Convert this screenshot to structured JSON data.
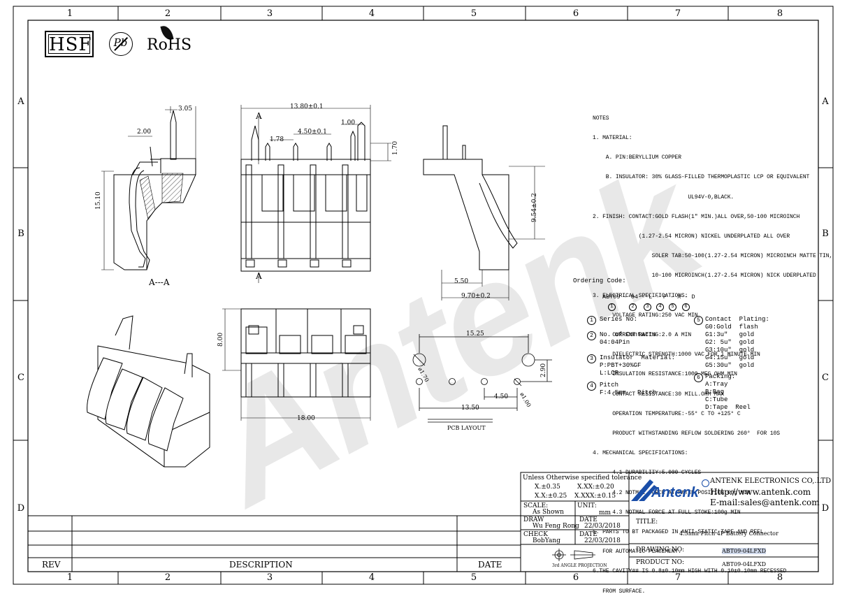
{
  "frame": {
    "columns": [
      "1",
      "2",
      "3",
      "4",
      "5",
      "6",
      "7",
      "8"
    ],
    "rows": [
      "A",
      "B",
      "C",
      "D"
    ]
  },
  "logos": {
    "hsf": "HSF",
    "pb": "Pb",
    "rohs": "RoHS"
  },
  "watermark": "Antenk",
  "views": {
    "section_label_top": "A",
    "section_label_bottom": "A",
    "section_caption": "A---A",
    "pcb_caption": "PCB LAYOUT"
  },
  "dimensions": {
    "d_3_05": "3.05",
    "d_2_00": "2.00",
    "d_15_10": "15.10",
    "d_13_80": "13.80±0.1",
    "d_1_78": "1.78",
    "d_4_50_tol": "4.50±0.1",
    "d_1_00": "1.00",
    "d_1_70": "1.70",
    "d_9_54": "9.54±0.2",
    "d_5_50": "5.50",
    "d_9_70": "9.70±0.2",
    "d_8_00": "8.00",
    "d_18_00": "18.00",
    "d_15_25": "15.25",
    "d_phi_1_70": "ø1.70",
    "d_2_90": "2.90",
    "d_4_50": "4.50",
    "d_phi_1_00": "ø1.00",
    "d_13_50": "13.50"
  },
  "notes": [
    "NOTES",
    "1. MATERIAL:",
    "    A. PIN:BERYLLIUM COPPER",
    "    B. INSULATOR: 30% GLASS-FILLED THERMOPLASTIC LCP OR EQUIVALENT",
    "                             UL94V-0,BLACK.",
    "2. FINISH: CONTACT:GOLD FLASH(1\" MIN.)ALL OVER,50-100 MICROINCH",
    "              (1.27-2.54 MICRON) NICKEL UNDERPLATED ALL OVER",
    "                  SOLER TAB:50-100(1.27-2.54 MICRON) MICROINCH MATTE TIN,",
    "                  10-100 MICROINCH(1.27-2.54 MICRON) NICK UDERPLATED",
    "3. ELECTRICAL SPECIFICATIONS:",
    "      VOLTAGE RATING:250 VAC MIN",
    "      CURRENT RATING:2.0 A MIN",
    "      DIELECTRIC STRENGTH:1000 VAC FOR 1 MINUTE MIN",
    "      INSULATION RESISTANCE:1000 MEG OHM MIN",
    "      CONTACT RESISTANCE:30 MILL.OHM MAX",
    "      OPERATION TEMPERATURE:-55° C TO +125° C",
    "      PRODUCT WITHSTANDING REFLOW SOLDERING 260°  FOR 10S",
    "4. MECHANICAL SPECIFICATIONS:",
    "      4.1 DURABILIIY:5.000 CYCLES",
    "      4.2 NOTMAL FORCE AT MATED POSITION:60g MIN",
    "      4.3 NOTMAL FORCE AT FULL STOKE:100g MIN",
    "5. PARTS TO BT PACKAGED IN ANTI-STATIC TAPE AND REEL",
    "   FOR AUTOMATIC PLACEMENT.",
    "6.THE CAVITY## IS 0.8±0.10mm HIGH WITH 0.10±0.10mm RECESSED",
    "   FROM SURFACE."
  ],
  "ordering": {
    "title": "Ordering  Code:",
    "code": "ABT09 - 04 - L - F - X - D",
    "markers": [
      "1",
      "2",
      "3",
      "4",
      "5",
      "6"
    ],
    "series": {
      "num": "1",
      "label": "Series No:"
    },
    "contacts": {
      "num": "2",
      "label": "No. of Contacts",
      "value": "04:04Pin"
    },
    "insulator": {
      "num": "3",
      "label": "Insulator  Material:",
      "values": [
        "P:PBT+30%GF",
        "L:LCP"
      ]
    },
    "pitch": {
      "num": "4",
      "label": "Pitch",
      "value": "F:4.5mm   Pitch"
    },
    "plating": {
      "num": "5",
      "label": "Contact  Plating:",
      "values": [
        "G0:Gold  flash",
        "G1:3u\"   gold",
        "G2: 5u\"  gold",
        "G3:10u\"  gold",
        "G4:15u\"  gold",
        "G5:30u\"  gold"
      ]
    },
    "packing": {
      "num": "6",
      "label": "Packing:",
      "values": [
        "A:Tray",
        "B:Bag",
        "C:Tube",
        "D:Tape  Reel"
      ]
    }
  },
  "title_block": {
    "tolerance_title": "Unless Otherwise specified tolerance",
    "tol_1": "X.±0.35",
    "tol_2": "X.XX:±0.20",
    "tol_3": "X.X:±0.25",
    "tol_4": "X.XXX:±0.15",
    "scale_label": "SCALE:",
    "scale_value": "As Shown",
    "unit_label": "UNIT:",
    "unit_value": "mm",
    "draw_label": "DRAW",
    "draw_value": "Wu Feng Rong",
    "date_label": "DATE",
    "draw_date": "22/03/2018",
    "check_label": "CHECK",
    "check_value": "BobYang",
    "check_date_label": "DATE",
    "check_date": "22/03/2018",
    "projection": "3rd ANGLE PROJECTION",
    "company_logo": "Antenk",
    "company_name": "ANTENK ELECTRONICS CO,.LTD",
    "company_url": "Http://www.antenk.com",
    "company_email": "E-mail:sales@antenk.com",
    "title_label": "TITLE:",
    "title_value": "4.5mm Pitch 4P Battery  Connector",
    "drawing_no_label": "DRAWING NO:",
    "drawing_no_value": "ABT09-04LFXD",
    "product_no_label": "PRODUCT NO:",
    "product_no_value": "ABT09-04LFXD",
    "rev_label": "REV",
    "description_label": "DESCRIPTION",
    "date_col_label": "DATE"
  }
}
